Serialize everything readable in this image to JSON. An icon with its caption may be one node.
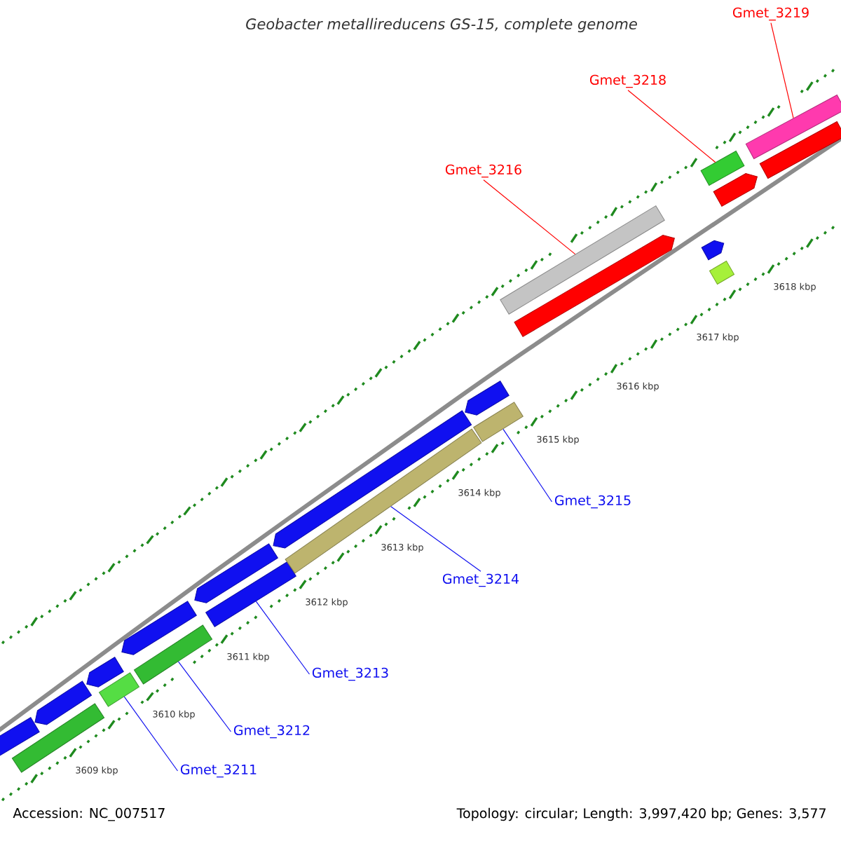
{
  "diagram": {
    "title": "Geobacter metallireducens GS-15, complete genome",
    "nodes": [
      {
        "text": [
          "Gmet_3219"
        ]
      },
      {
        "text": [
          "Gmet_3218"
        ]
      },
      {
        "text": [
          "Gmet_3216"
        ]
      },
      {
        "text": [
          "Gmet_3215"
        ]
      },
      {
        "text": [
          "Gmet_3214"
        ]
      },
      {
        "text": [
          "Gmet_3213"
        ]
      },
      {
        "text": [
          "Gmet_3212"
        ]
      },
      {
        "text": [
          "Gmet_3211"
        ]
      },
      {
        "text": [],
        "shape": "bar"
      },
      {
        "text": [],
        "shape": "bar"
      },
      {
        "text": [],
        "shape": "bar"
      },
      {
        "text": [],
        "shape": "bar"
      },
      {
        "text": [],
        "shape": "bar"
      },
      {
        "text": [],
        "shape": "bar"
      },
      {
        "text": [],
        "shape": "bar"
      },
      {
        "text": [],
        "shape": "bar"
      }
    ],
    "edges": [
      {
        "from": 0,
        "to": 15,
        "arrow": "none",
        "color": "#ff0000"
      },
      {
        "from": 1,
        "to": 14,
        "arrow": "none",
        "color": "#ff0000"
      },
      {
        "from": 2,
        "to": 13,
        "arrow": "none",
        "color": "#ff0000"
      },
      {
        "from": 3,
        "to": 12,
        "arrow": "none"
      },
      {
        "from": 4,
        "to": 11,
        "arrow": "none"
      },
      {
        "from": 5,
        "to": 10,
        "arrow": "none"
      },
      {
        "from": 6,
        "to": 9,
        "arrow": "none"
      },
      {
        "from": 7,
        "to": 8,
        "arrow": "none"
      }
    ],
    "labels": [
      "3618 kbp",
      "3617 kbp",
      "3616 kbp",
      "3615 kbp",
      "3614 kbp",
      "3613 kbp",
      "3612 kbp",
      "3611 kbp",
      "3610 kbp",
      "3609 kbp",
      "Accession: NC_007517",
      "Topology: circular; Length: 3,997,420 bp; Genes: 3,577"
    ]
  }
}
